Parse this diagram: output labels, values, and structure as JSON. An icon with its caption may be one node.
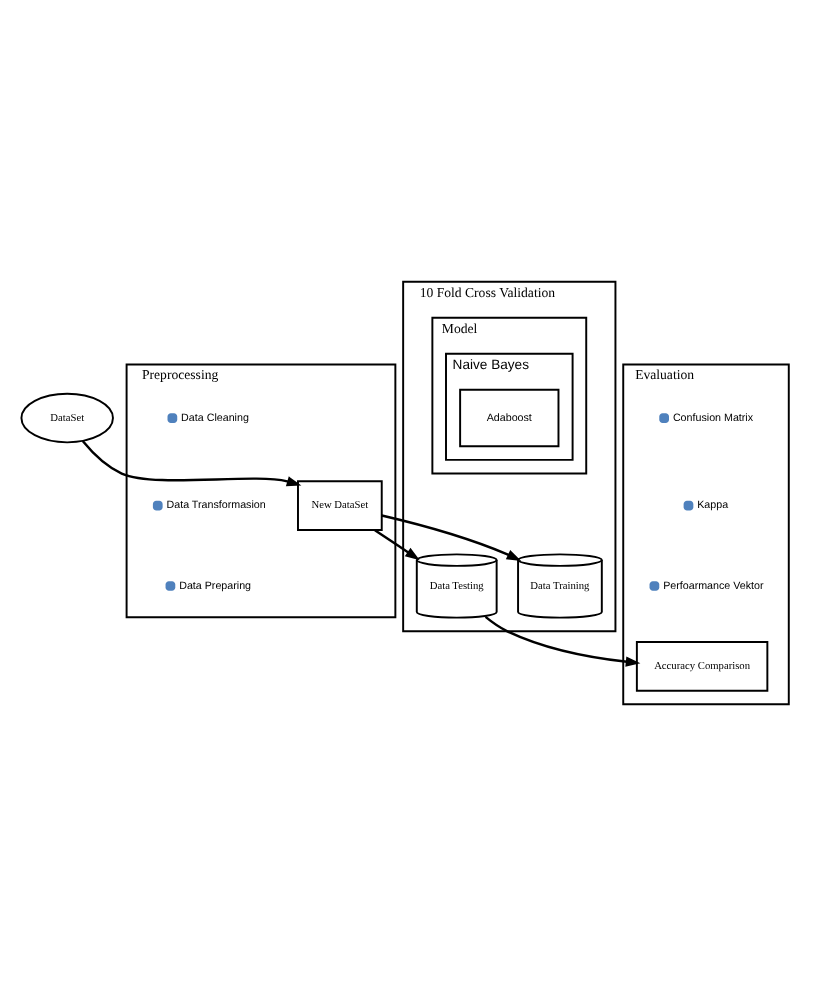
{
  "diagram": {
    "nodes": [
      {
        "text": [
          "DataSet"
        ]
      },
      {
        "text": [
          "Preprocessing"
        ]
      },
      {
        "text": [
          "Data Cleaning"
        ],
        "in": 1
      },
      {
        "text": [
          "Data Transformasion"
        ],
        "in": 1
      },
      {
        "text": [
          "Data Preparing"
        ],
        "in": 1
      },
      {
        "text": [
          "New DataSet"
        ],
        "in": 1
      },
      {
        "text": [
          "10 Fold Cross Validation"
        ]
      },
      {
        "text": [
          "Model"
        ],
        "in": 6
      },
      {
        "text": [
          "Naive Bayes"
        ],
        "in": 7
      },
      {
        "text": [
          "Adaboost"
        ],
        "in": 8
      },
      {
        "text": [
          "Data Training"
        ],
        "in": 6
      },
      {
        "text": [
          "Data Testing"
        ],
        "in": 6
      },
      {
        "text": [
          "Evaluation"
        ]
      },
      {
        "text": [
          "Confusion Matrix"
        ],
        "in": 12
      },
      {
        "text": [
          "Kappa"
        ],
        "in": 12
      },
      {
        "text": [
          "Perfoarmance Vektor"
        ],
        "in": 12
      },
      {
        "text": [
          "Accuracy Comparison"
        ],
        "in": 12
      }
    ],
    "edges": [
      {
        "from": 0,
        "to": 5,
        "arrow": "to"
      },
      {
        "from": 5,
        "to": 10,
        "arrow": "to"
      },
      {
        "from": 5,
        "to": 11,
        "arrow": "to"
      },
      {
        "from": 11,
        "to": 16,
        "arrow": "to"
      }
    ]
  }
}
